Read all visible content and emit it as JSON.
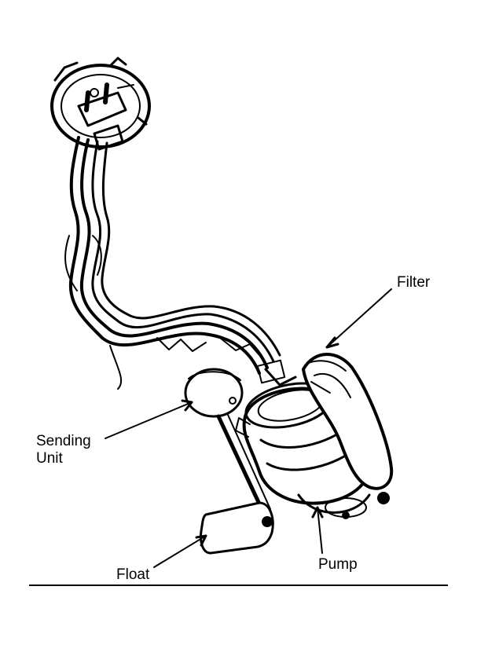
{
  "diagram": {
    "labels": {
      "filter": "Filter",
      "sending_unit_line1": "Sending",
      "sending_unit_line2": "Unit",
      "float": "Float",
      "pump": "Pump"
    },
    "colors": {
      "ink": "#000000",
      "paper": "#ffffff"
    }
  }
}
